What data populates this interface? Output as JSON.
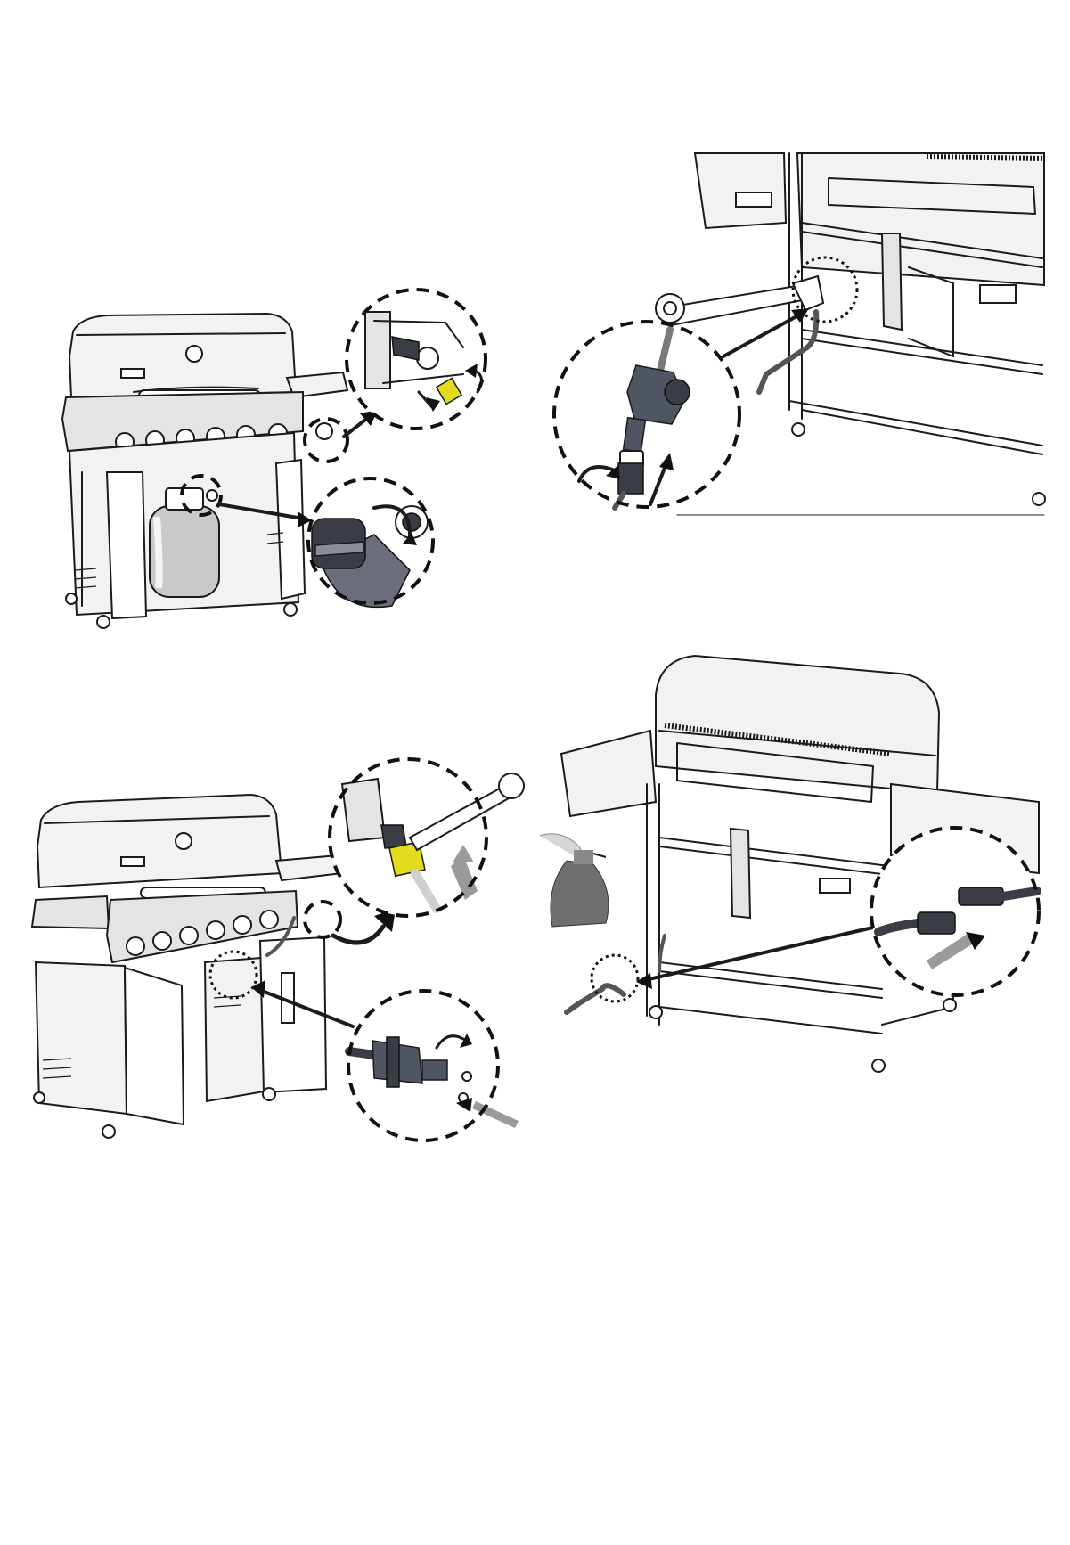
{
  "figures": [
    {
      "id": "fig-tank-connection",
      "parts": [
        "grill",
        "propane-tank",
        "regulator-detail",
        "valve-detail"
      ]
    },
    {
      "id": "fig-regulator-wrench",
      "parts": [
        "grill-rear",
        "wrench",
        "fitting-detail"
      ]
    },
    {
      "id": "fig-fitting-wrench",
      "parts": [
        "grill",
        "fitting-detail",
        "quick-connect-detail"
      ]
    },
    {
      "id": "fig-leak-test",
      "parts": [
        "grill-rear",
        "spray-bottle",
        "hose-detail"
      ]
    }
  ],
  "colors": {
    "line": "#1b1b1b",
    "steel": "#f2f2f2",
    "fitting": "#505563",
    "highlight": "#e3dc1e",
    "motion-arrow": "#9a9a9a"
  }
}
